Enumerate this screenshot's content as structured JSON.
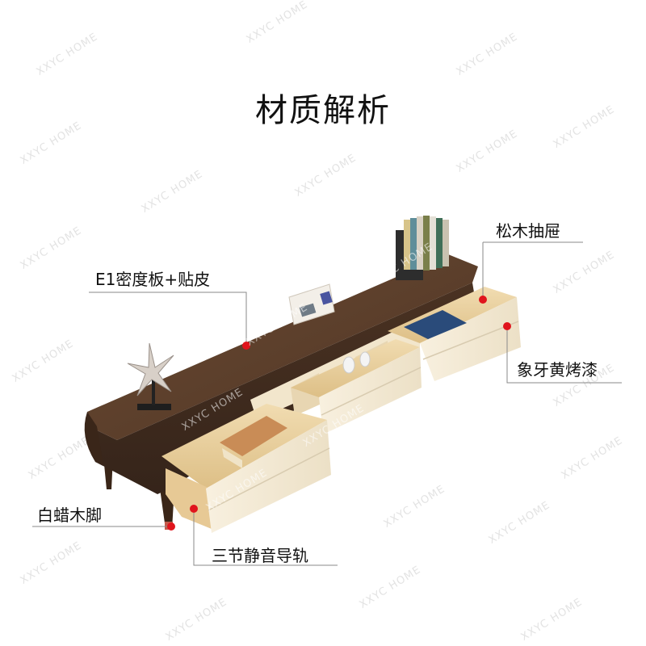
{
  "title": "材质解析",
  "watermark": "XXYC HOME",
  "callouts": {
    "panel": "E1密度板+贴皮",
    "pine": "松木抽屉",
    "lacquer": "象牙黄烤漆",
    "legs": "白蜡木脚",
    "rails": "三节静音导轨"
  },
  "colors": {
    "walnut": "#5b3e2a",
    "walnut_dark": "#3f2a1c",
    "ivory": "#f5ecd8",
    "pine": "#e9cf9f",
    "marker": "#e0141c",
    "line": "#8a8a8a"
  }
}
